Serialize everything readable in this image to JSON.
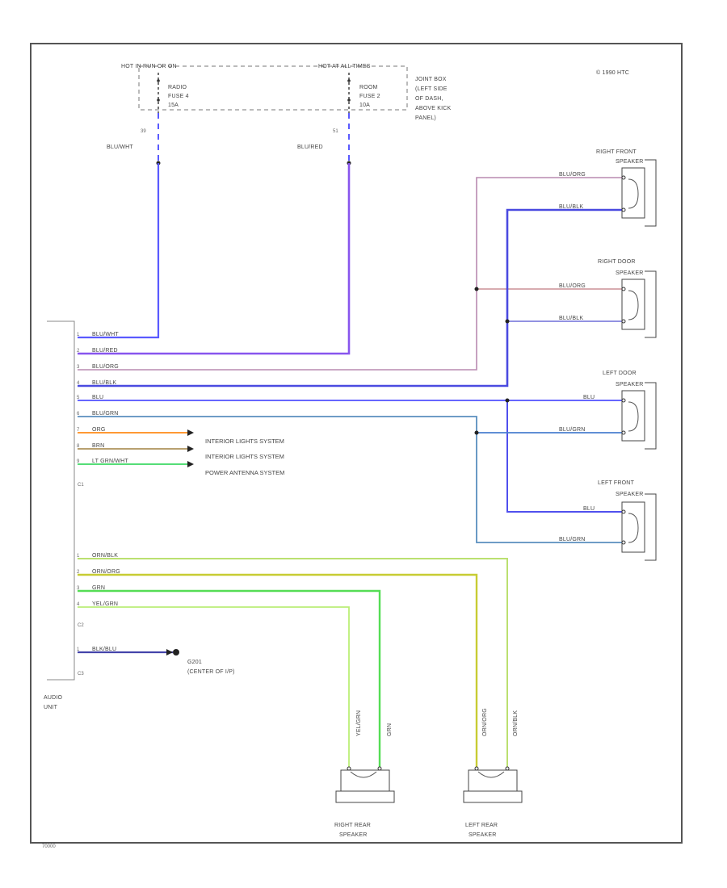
{
  "diagram": {
    "copyright": "© 1990 HTC",
    "footer_code": "70000"
  },
  "fuse": {
    "hot_run": "HOT IN RUN OR ON",
    "hot_all": "HOT AT ALL TIMES",
    "radio_fuse": [
      "RADIO",
      "FUSE 4",
      "15A"
    ],
    "room_fuse": [
      "ROOM",
      "FUSE 2",
      "10A"
    ],
    "joint_box": [
      "JOINT BOX",
      "(LEFT SIDE",
      "OF DASH,",
      "ABOVE KICK",
      "PANEL)"
    ],
    "wire_left_pin": "39",
    "wire_left_color": "BLU/WHT",
    "wire_right_pin": "51",
    "wire_right_color": "BLU/RED"
  },
  "audio_unit": {
    "label": [
      "AUDIO",
      "UNIT"
    ],
    "connector_c1": "C1",
    "connector_c2": "C2",
    "connector_c3": "C3",
    "wires": [
      {
        "pin": "1",
        "color": "BLU/WHT"
      },
      {
        "pin": "2",
        "color": "BLU/RED"
      },
      {
        "pin": "3",
        "color": "BLU/ORG"
      },
      {
        "pin": "4",
        "color": "BLU/BLK"
      },
      {
        "pin": "5",
        "color": "BLU"
      },
      {
        "pin": "6",
        "color": "BLU/GRN"
      },
      {
        "pin": "7",
        "color": "ORG"
      },
      {
        "pin": "8",
        "color": "BRN"
      },
      {
        "pin": "9",
        "color": "LT GRN/WHT"
      }
    ],
    "rear_wires": [
      {
        "pin": "1",
        "color": "ORN/BLK"
      },
      {
        "pin": "2",
        "color": "ORN/ORG"
      },
      {
        "pin": "3",
        "color": "GRN"
      },
      {
        "pin": "4",
        "color": "YEL/GRN"
      }
    ],
    "ground_wire": {
      "pin": "1",
      "color": "BLK/BLU"
    }
  },
  "systems": {
    "interior1": "INTERIOR LIGHTS SYSTEM",
    "interior2": "INTERIOR LIGHTS SYSTEM",
    "antenna": "POWER ANTENNA SYSTEM"
  },
  "ground": {
    "label": "G201",
    "sub": "(CENTER OF I/P)"
  },
  "speakers": {
    "right_front": {
      "name": [
        "RIGHT FRONT",
        "SPEAKER"
      ],
      "wires": [
        "BLU/ORG",
        "BLU/BLK"
      ]
    },
    "right_door": {
      "name": [
        "RIGHT DOOR",
        "SPEAKER"
      ],
      "wires": [
        "BLU/ORG",
        "BLU/BLK"
      ]
    },
    "left_door": {
      "name": [
        "LEFT DOOR",
        "SPEAKER"
      ],
      "wires": [
        "BLU",
        "BLU/GRN"
      ]
    },
    "left_front": {
      "name": [
        "LEFT FRONT",
        "SPEAKER"
      ],
      "wires": [
        "BLU",
        "BLU/GRN"
      ]
    },
    "right_rear": {
      "name": [
        "RIGHT REAR",
        "SPEAKER"
      ],
      "wires": [
        "YEL/GRN",
        "GRN"
      ]
    },
    "left_rear": {
      "name": [
        "LEFT REAR",
        "SPEAKER"
      ],
      "wires": [
        "ORN/ORG",
        "ORN/BLK"
      ]
    }
  },
  "colors": {
    "blue": "#5a5aff",
    "purple": "#9955dd",
    "mauve": "#b98ab0",
    "dkblue": "#4444cc",
    "teal": "#5a8fbf",
    "orange": "#ff9933",
    "tan": "#b8a070",
    "green": "#44dd66",
    "yellowgreen": "#b0e060",
    "lime": "#99ee44"
  }
}
